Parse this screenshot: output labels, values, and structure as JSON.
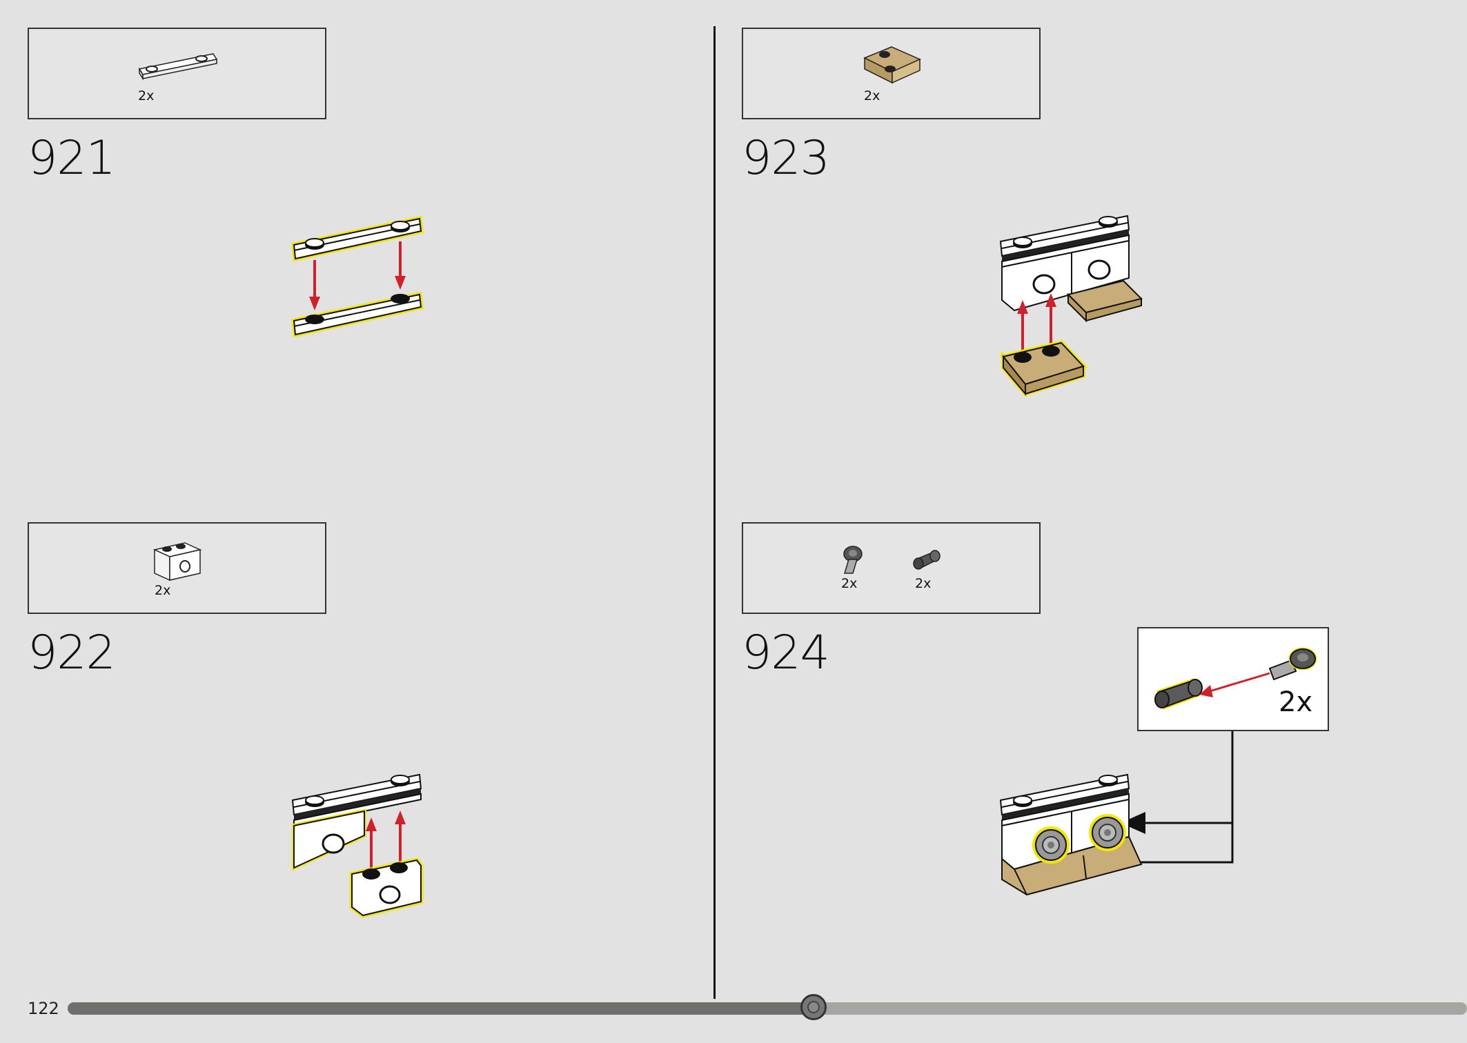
{
  "page": {
    "number": "122"
  },
  "steps": [
    {
      "number": "921",
      "parts": [
        {
          "icon": "white-plate-1x4-icon",
          "qty": "2x"
        }
      ]
    },
    {
      "number": "922",
      "parts": [
        {
          "icon": "white-technic-brick-1x2-icon",
          "qty": "2x"
        }
      ]
    },
    {
      "number": "923",
      "parts": [
        {
          "icon": "tan-plate-2x2-icon",
          "qty": "2x"
        }
      ]
    },
    {
      "number": "924",
      "parts": [
        {
          "icon": "grey-ball-joint-icon",
          "qty": "2x"
        },
        {
          "icon": "dark-grey-pin-icon",
          "qty": "2x"
        }
      ],
      "callout": {
        "qty": "2x"
      }
    }
  ],
  "progress": {
    "fraction": 0.533
  },
  "colors": {
    "background": "#e2e2e2",
    "highlight": "#f5e600",
    "arrow_red": "#d0202a",
    "tan": "#c8ad78",
    "progress_fill": "#6f6f6c",
    "progress_track": "#a7a5a2"
  }
}
